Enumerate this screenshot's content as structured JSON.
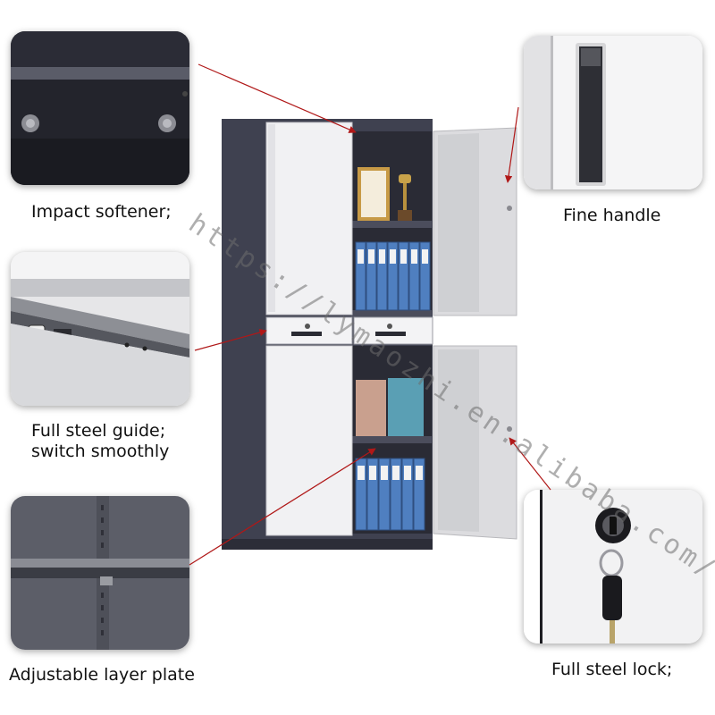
{
  "captions": {
    "impact_softener": "Impact softener;",
    "fine_handle": "Fine handle",
    "steel_guide_line1": "Full steel guide;",
    "steel_guide_line2": "switch smoothly",
    "layer_plate": "Adjustable layer plate",
    "steel_lock": "Full steel lock;"
  },
  "watermark": "https://lymaozhi.en.alibaba.com/",
  "colors": {
    "cabinet_body": "#3f4150",
    "door_white": "#f1f1f3",
    "leader_line": "#b01818",
    "binder_blue": "#4f7fc0",
    "box_pink": "#c9a08e",
    "box_teal": "#5a9fb4"
  }
}
